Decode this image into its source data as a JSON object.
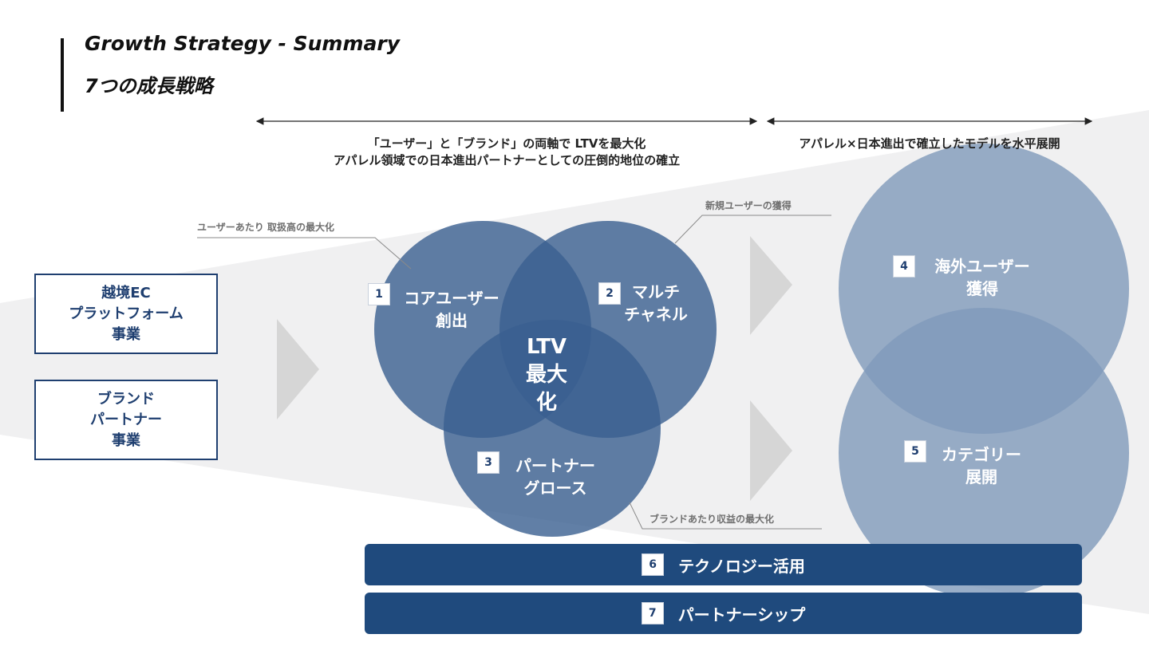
{
  "header": {
    "title": "Growth Strategy - Summary",
    "subtitle": "7つの成長戦略"
  },
  "headings": {
    "left_line1": "「ユーザー」と「ブランド」の両軸で LTVを最大化",
    "left_line2": "アパレル領域での日本進出パートナーとしての圧倒的地位の確立",
    "right": "アパレル×日本進出で確立したモデルを水平展開"
  },
  "business_boxes": [
    {
      "lines": [
        "越境EC",
        "プラットフォーム",
        "事業"
      ]
    },
    {
      "lines": [
        "ブランド",
        "パートナー",
        "事業"
      ]
    }
  ],
  "venn": {
    "center_lines": [
      "LTV",
      "最大",
      "化"
    ],
    "circles": [
      {
        "num": "1",
        "lines": [
          "コアユーザー",
          "創出"
        ]
      },
      {
        "num": "2",
        "lines": [
          "マルチ",
          "チャネル"
        ]
      },
      {
        "num": "3",
        "lines": [
          "パートナー",
          "グロース"
        ]
      }
    ]
  },
  "expansion": [
    {
      "num": "4",
      "lines": [
        "海外ユーザー",
        "獲得"
      ]
    },
    {
      "num": "5",
      "lines": [
        "カテゴリー",
        "展開"
      ]
    }
  ],
  "notes": {
    "per_user": "ユーザーあたり 取扱高の最大化",
    "new_users": "新規ユーザーの獲得",
    "per_brand": "ブランドあたり収益の最大化"
  },
  "bars": [
    {
      "num": "6",
      "label": "テクノロジー活用"
    },
    {
      "num": "7",
      "label": "パートナーシップ"
    }
  ],
  "colors": {
    "navy": "#1f4a7d",
    "venn_fill": "#3a5f90",
    "expansion_fill": "#7f9aba",
    "background_wedge": "#f0f0f1",
    "chevron": "#d6d6d6"
  }
}
